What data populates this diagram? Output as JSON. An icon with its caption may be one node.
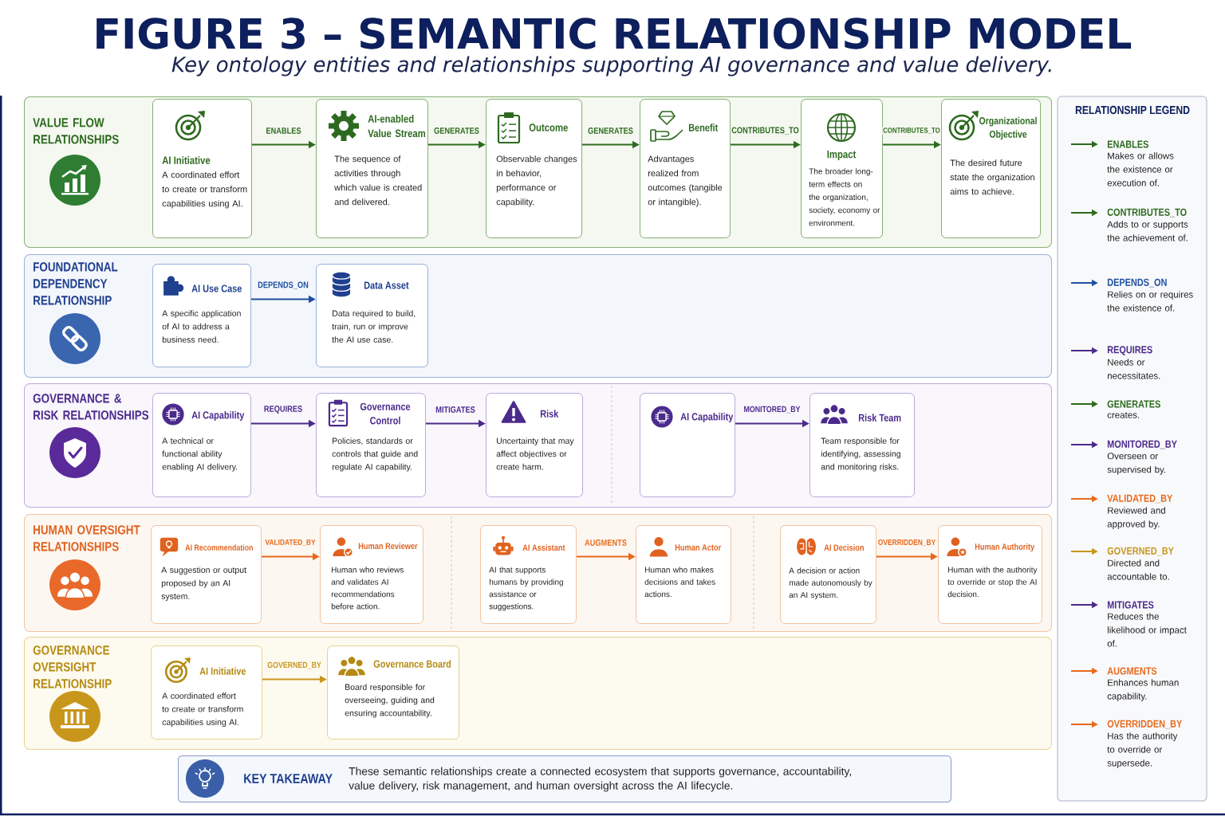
{
  "diagram": {
    "title": "FIGURE 3 – SEMANTIC RELATIONSHIP MODEL",
    "caption": "Key ontology entities and relationships supporting AI governance and value delivery.",
    "nodes": [
      {
        "text": [
          "VALUE FLOW RELATIONSHIPS"
        ]
      },
      {
        "text": [
          "AI Initiative",
          "A coordinated effort to create or transform capabilities using AI."
        ],
        "in": 0
      },
      {
        "text": [
          "AI-enabled Value Stream",
          "The sequence of activities through which value is created and delivered."
        ],
        "in": 0
      },
      {
        "text": [
          "Outcome",
          "Observable changes in behavior, performance or capability."
        ],
        "in": 0
      },
      {
        "text": [
          "Benefit",
          "Advantages realized from outcomes (tangible or intangible)."
        ],
        "in": 0
      },
      {
        "text": [
          "Impact",
          "The broader long-term effects on the organization, society, economy or environment."
        ],
        "in": 0
      },
      {
        "text": [
          "Organizational Objective",
          "The desired future state the organization aims to achieve."
        ],
        "in": 0
      },
      {
        "text": [
          "FOUNDATIONAL DEPENDENCY RELATIONSHIP"
        ]
      },
      {
        "text": [
          "AI Use Case",
          "A specific application of AI to address a business need."
        ],
        "in": 7
      },
      {
        "text": [
          "Data Asset",
          "Data required to build, train, run or improve the AI use case."
        ],
        "in": 7
      },
      {
        "text": [
          "GOVERNANCE & RISK RELATIONSHIPS"
        ]
      },
      {
        "text": [
          "AI Capability",
          "A technical or functional ability enabling AI delivery."
        ],
        "in": 10
      },
      {
        "text": [
          "Governance Control",
          "Policies, standards or controls that guide and regulate AI capability."
        ],
        "in": 10
      },
      {
        "text": [
          "Risk",
          "Uncertainty that may affect objectives or create harm."
        ],
        "in": 10
      },
      {
        "text": [
          "AI Capability"
        ],
        "in": 10
      },
      {
        "text": [
          "Risk Team",
          "Team responsible for identifying, assessing and monitoring risks."
        ],
        "in": 10
      },
      {
        "text": [
          "HUMAN OVERSIGHT RELATIONSHIPS"
        ]
      },
      {
        "text": [
          "AI Recommendation",
          "A suggestion or output proposed by an AI system."
        ],
        "in": 16
      },
      {
        "text": [
          "Human Reviewer",
          "Human who reviews and validates AI recommendations before action."
        ],
        "in": 16
      },
      {
        "text": [
          "AI Assistant",
          "AI that supports humans by providing assistance or suggestions."
        ],
        "in": 16
      },
      {
        "text": [
          "Human Actor",
          "Human who makes decisions and takes actions."
        ],
        "in": 16
      },
      {
        "text": [
          "AI Decision",
          "A decision or action made autonomously by an AI system."
        ],
        "in": 16
      },
      {
        "text": [
          "Human Authority",
          "Human with the authority to override or stop the AI decision."
        ],
        "in": 16
      },
      {
        "text": [
          "GOVERNANCE OVERSIGHT RELATIONSHIP"
        ]
      },
      {
        "text": [
          "AI Initiative",
          "A coordinated effort to create or transform capabilities using AI."
        ],
        "in": 23
      },
      {
        "text": [
          "Governance Board",
          "Board responsible for overseeing, guiding and ensuring accountability."
        ],
        "in": 23
      },
      {
        "text": [
          "KEY TAKEAWAY",
          "These semantic relationships create a connected ecosystem that supports governance, accountability, value delivery, risk management, and human oversight across the AI lifecycle."
        ]
      }
    ],
    "edges": [
      {
        "from": 1,
        "to": 2,
        "arrow": "to",
        "label": "ENABLES"
      },
      {
        "from": 2,
        "to": 3,
        "arrow": "to",
        "label": "GENERATES"
      },
      {
        "from": 3,
        "to": 4,
        "arrow": "to",
        "label": "GENERATES"
      },
      {
        "from": 4,
        "to": 5,
        "arrow": "to",
        "label": "CONTRIBUTES_TO"
      },
      {
        "from": 5,
        "to": 6,
        "arrow": "to",
        "label": "CONTRIBUTES_TO"
      },
      {
        "from": 8,
        "to": 9,
        "arrow": "to",
        "label": "DEPENDS_ON",
        "color": "#1F4FA0"
      },
      {
        "from": 11,
        "to": 12,
        "arrow": "to",
        "label": "REQUIRES",
        "color": "#4B2A8C"
      },
      {
        "from": 12,
        "to": 13,
        "arrow": "to",
        "label": "MITIGATES",
        "color": "#4B2A8C"
      },
      {
        "from": 14,
        "to": 15,
        "arrow": "to",
        "label": "MONITORED_BY",
        "color": "#4B2A8C"
      },
      {
        "from": 17,
        "to": 18,
        "arrow": "to",
        "label": "VALIDATED_BY",
        "color": "#E8691C"
      },
      {
        "from": 19,
        "to": 20,
        "arrow": "to",
        "label": "AUGMENTS",
        "color": "#E8691C"
      },
      {
        "from": 21,
        "to": 22,
        "arrow": "to",
        "label": "OVERRIDDEN_BY",
        "color": "#E8691C"
      },
      {
        "from": 24,
        "to": 25,
        "arrow": "to",
        "label": "GOVERNED_BY",
        "color": "#C8961C"
      }
    ],
    "labels": [
      "RELATIONSHIP LEGEND",
      "Makes or allows the existence or execution of.",
      "Adds to or supports the achievement of.",
      "Relies on or requires the existence of.",
      "Needs or necessitates.",
      "creates.",
      "Overseen or supervised by.",
      "Reviewed and approved by.",
      "Directed and accountable to.",
      "Reduces the likelihood or impact of.",
      "Enhances human capability.",
      "Has the authority to override or supersede."
    ],
    "legend": [
      {
        "text": "ENABLES",
        "color": "#2E6B1F"
      },
      {
        "text": "CONTRIBUTES_TO",
        "color": "#2E6B1F"
      },
      {
        "text": "DEPENDS_ON",
        "color": "#1F4FA0"
      },
      {
        "text": "REQUIRES",
        "color": "#4B2A8C"
      },
      {
        "text": "GENERATES",
        "color": "#2E6B1F"
      },
      {
        "text": "MONITORED_BY",
        "color": "#4B2A8C"
      },
      {
        "text": "VALIDATED_BY",
        "color": "#E8691C"
      },
      {
        "text": "GOVERNED_BY",
        "color": "#C8961C"
      },
      {
        "text": "MITIGATES",
        "color": "#4B2A8C"
      },
      {
        "text": "AUGMENTS",
        "color": "#E8691C"
      },
      {
        "text": "OVERRIDDEN_BY",
        "color": "#E8691C"
      }
    ]
  }
}
